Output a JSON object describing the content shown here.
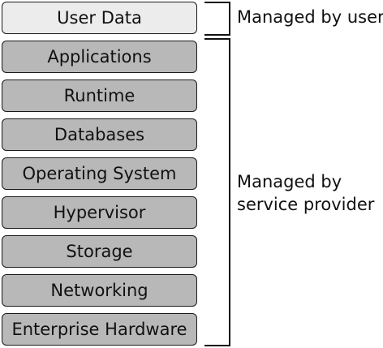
{
  "diagram": {
    "user_layers": [
      {
        "label": "User Data"
      }
    ],
    "provider_layers": [
      {
        "label": "Applications"
      },
      {
        "label": "Runtime"
      },
      {
        "label": "Databases"
      },
      {
        "label": "Operating System"
      },
      {
        "label": "Hypervisor"
      },
      {
        "label": "Storage"
      },
      {
        "label": "Networking"
      },
      {
        "label": "Enterprise Hardware"
      }
    ],
    "groups": {
      "user": {
        "line1": "Managed by user"
      },
      "provider": {
        "line1": "Managed by",
        "line2": "service provider"
      }
    },
    "colors": {
      "user_fill": "#ececec",
      "provider_fill": "#b8b8b8",
      "border": "#1a1a1a"
    }
  }
}
